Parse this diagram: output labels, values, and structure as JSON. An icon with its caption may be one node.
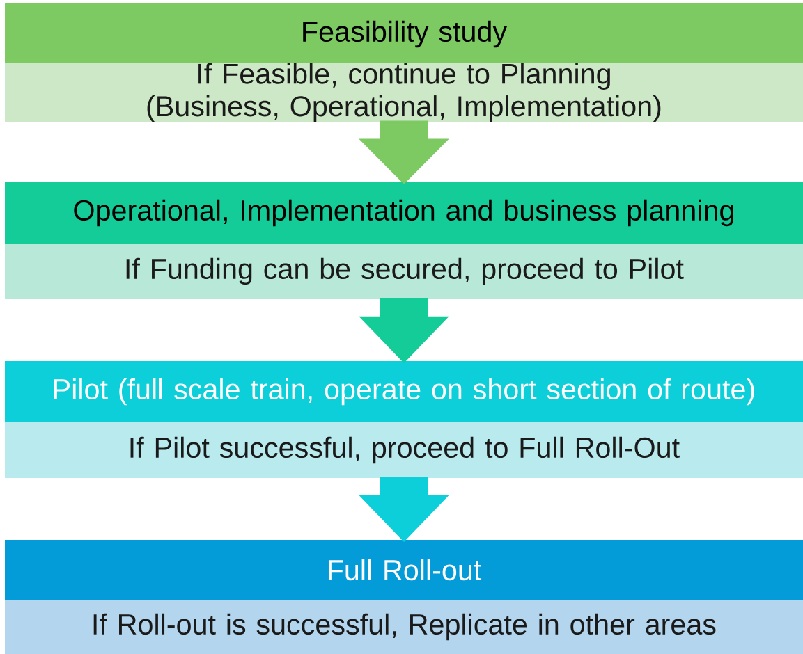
{
  "diagram": {
    "nodes": [
      {
        "text": [
          "Feasibility study"
        ]
      },
      {
        "text": [
          "If Feasible, continue to Planning (Business, Operational, Implementation)"
        ]
      },
      {
        "text": [
          "Operational, Implementation and business planning"
        ]
      },
      {
        "text": [
          "If Funding can be secured, proceed to Pilot"
        ]
      },
      {
        "text": [
          "Pilot (full scale train, operate on short section of route)"
        ]
      },
      {
        "text": [
          "If Pilot successful, proceed to Full Roll-Out"
        ]
      },
      {
        "text": [
          "Full Roll-out"
        ]
      },
      {
        "text": [
          "If Roll-out is successful, Replicate in other areas"
        ]
      }
    ],
    "edges": [
      {
        "from": 1,
        "to": 2,
        "arrow": "to",
        "style": "thick",
        "color": "#7dc962"
      },
      {
        "from": 3,
        "to": 4,
        "arrow": "to",
        "style": "thick",
        "color": "#14cc98"
      },
      {
        "from": 5,
        "to": 6,
        "arrow": "to",
        "style": "thick",
        "color": "#0dcfd9"
      }
    ]
  }
}
